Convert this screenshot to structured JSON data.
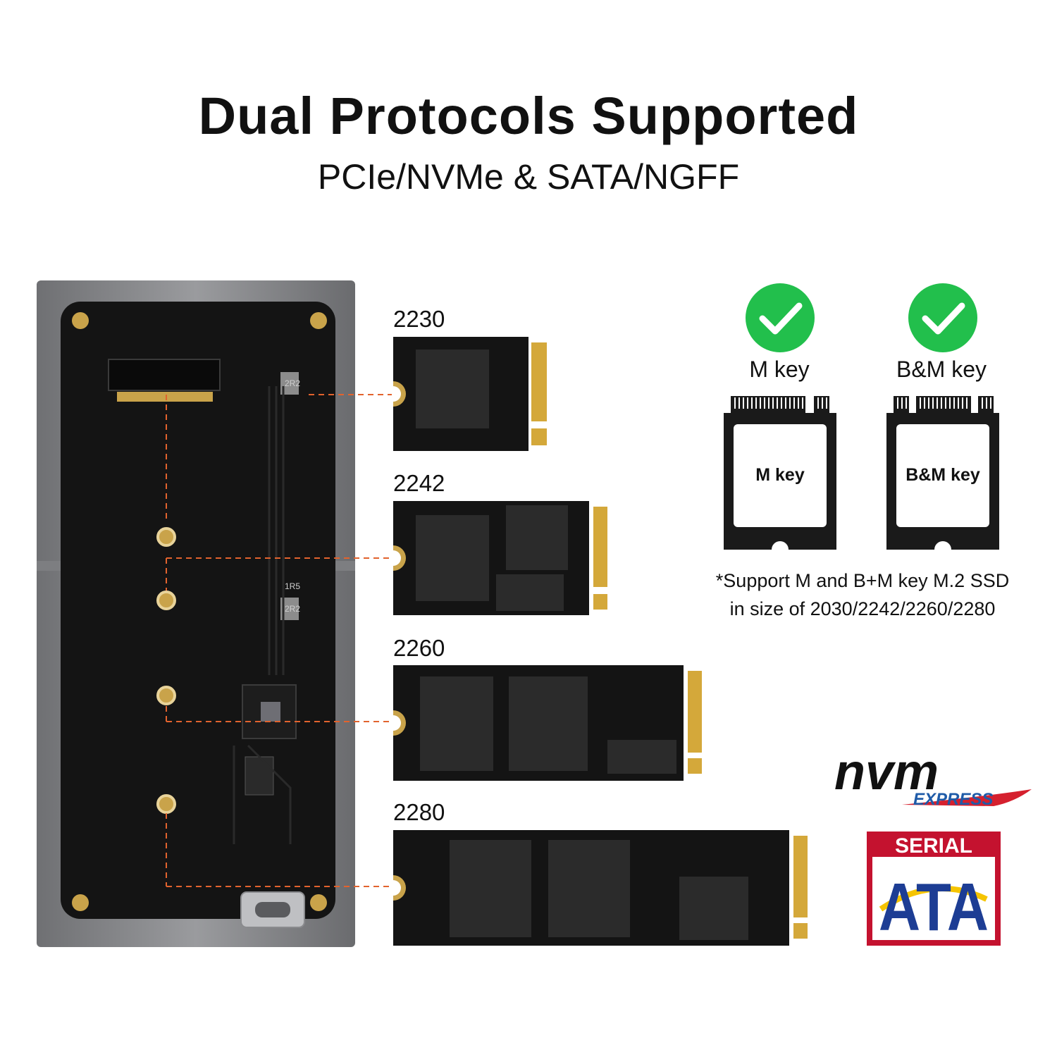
{
  "header": {
    "title": "Dual Protocols Supported",
    "subtitle": "PCIe/NVMe & SATA/NGFF"
  },
  "enclosure": {
    "silkscreen": [
      "2R2",
      "2R2",
      "1R5"
    ]
  },
  "ssd_sizes": [
    {
      "label": "2230"
    },
    {
      "label": "2242"
    },
    {
      "label": "2260"
    },
    {
      "label": "2280"
    }
  ],
  "key_types": [
    {
      "label": "M key",
      "card_text": "M key"
    },
    {
      "label": "B&M key",
      "card_text": "B&M key"
    }
  ],
  "support_note": {
    "line1": "*Support M and B+M key M.2 SSD",
    "line2": "in size of 2030/2242/2260/2280"
  },
  "logos": {
    "nvme_main": "nvm",
    "nvme_sub": "EXPRESS",
    "sata_top": "SERIAL",
    "sata_main": "ATA"
  },
  "colors": {
    "check_green": "#22bf4c",
    "guide_orange": "#e2632e",
    "pcb_black": "#141414",
    "gold": "#d4a83a",
    "nvme_blue": "#1f5ba8",
    "nvme_red": "#d5202e",
    "sata_red": "#c4122f",
    "sata_blue": "#1d3d94",
    "sata_yellow": "#f5c400"
  }
}
